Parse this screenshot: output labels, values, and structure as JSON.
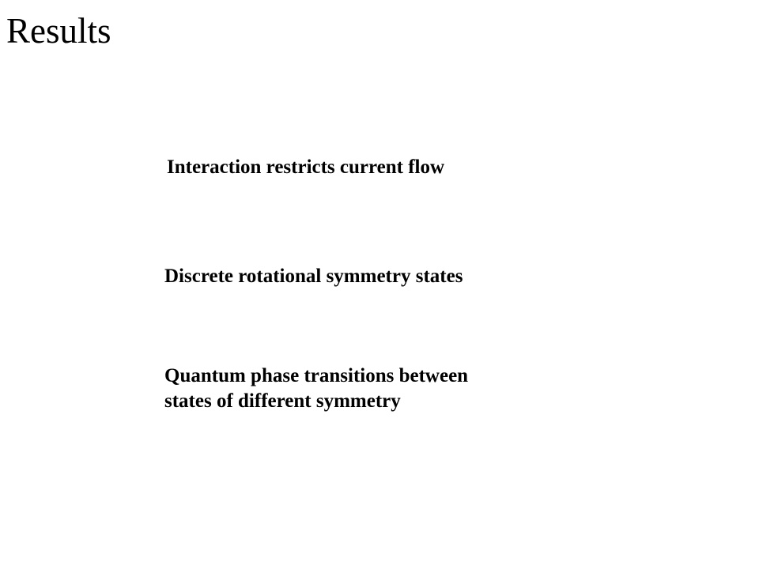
{
  "slide": {
    "title": "Results",
    "points": [
      "Interaction restricts current flow",
      "Discrete rotational symmetry states",
      "Quantum phase transitions between\nstates of different symmetry"
    ]
  }
}
